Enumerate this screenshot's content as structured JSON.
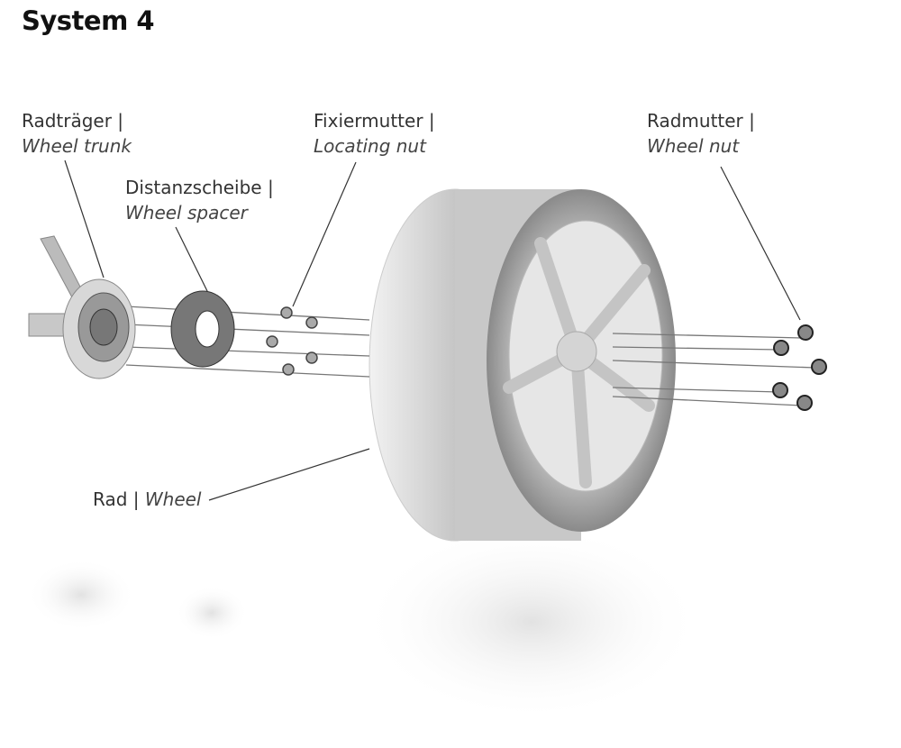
{
  "title": "System 4",
  "labels": {
    "wheel_trunk": {
      "de": "Radträger |",
      "en": "Wheel trunk"
    },
    "wheel_spacer": {
      "de": "Distanzscheibe |",
      "en": "Wheel spacer"
    },
    "locating_nut": {
      "de": "Fixiermutter |",
      "en": "Locating nut"
    },
    "wheel_nut": {
      "de": "Radmutter |",
      "en": "Wheel nut"
    },
    "wheel": {
      "de": "Rad | ",
      "en": "Wheel"
    }
  }
}
